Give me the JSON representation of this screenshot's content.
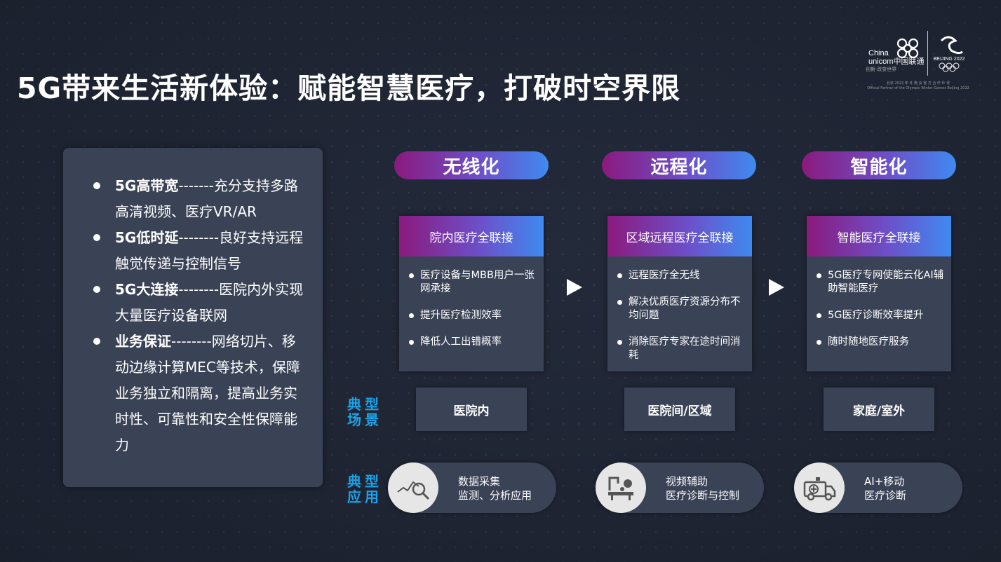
{
  "title": "5G带来生活新体验：赋能智慧医疗，打破时空界限",
  "logo": {
    "china": "China",
    "unicom": "unicom中国联通",
    "slogan": "创新·改变世界",
    "beijing": "BEIJING 2022",
    "fine1": "北京 2022 年 冬 奥 会 官 方 合 作 伙 伴",
    "fine2": "Official Partner of the Olympic Winter Games Beijing 2022"
  },
  "left_panel": {
    "items": [
      {
        "bold": "5G高带宽",
        "text": "-------充分支持多路高清视频、医疗VR/AR"
      },
      {
        "bold": "5G低时延",
        "text": "--------良好支持远程触觉传递与控制信号"
      },
      {
        "bold": "5G大连接",
        "text": "--------医院内外实现大量医疗设备联网"
      },
      {
        "bold": "业务保证",
        "text": "--------网络切片、移动边缘计算MEC等技术，保障业务独立和隔离，提高业务实时性、可靠性和安全性保障能力"
      }
    ]
  },
  "columns": [
    {
      "pill": "无线化",
      "card_title": "院内医疗全联接",
      "points": [
        "医疗设备与MBB用户一张网承接",
        "提升医疗检测效率",
        "降低人工出错概率"
      ],
      "scene": "医院内",
      "app_line1": "数据采集",
      "app_line2": "监测、分析应用",
      "icon": "data-analysis-icon"
    },
    {
      "pill": "远程化",
      "card_title": "区域远程医疗全联接",
      "points": [
        "远程医疗全无线",
        "解决优质医疗资源分布不均问题",
        "消除医疗专家在途时间消耗"
      ],
      "scene": "医院间/区域",
      "app_line1": "视频辅助",
      "app_line2": "医疗诊断与控制",
      "icon": "surgery-robot-icon"
    },
    {
      "pill": "智能化",
      "card_title": "智能医疗全联接",
      "points": [
        "5G医疗专网使能云化AI辅助智能医疗",
        "5G医疗诊断效率提升",
        "随时随地医疗服务"
      ],
      "scene": "家庭/室外",
      "app_line1": "AI+移动",
      "app_line2": "医疗诊断",
      "icon": "ambulance-icon"
    }
  ],
  "labels": {
    "scene_label": "典型场景",
    "app_label": "典型应用"
  },
  "colors": {
    "background": "#232a3a",
    "panel": "#3a4255",
    "gradient_start": "#8b1a7d",
    "gradient_end": "#3f8af0",
    "label_blue": "#1aa3e8"
  }
}
